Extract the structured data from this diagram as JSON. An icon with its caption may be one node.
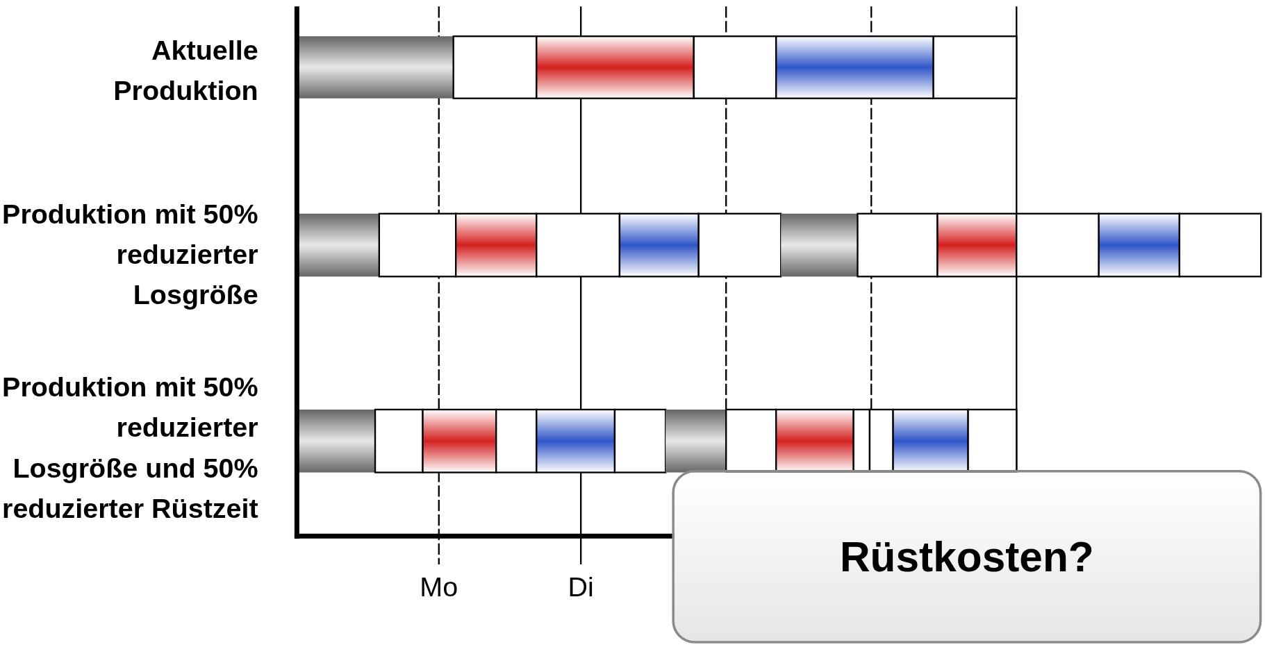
{
  "diagram": {
    "nodes": [
      {
        "text": [
          "Rüstkosten?"
        ]
      }
    ],
    "labels": [
      "Aktuelle Produktion",
      "Produktion mit 50% reduzierter Losgröße",
      "Produktion mit 50% reduzierter Losgröße und 50% reduzierter Rüstzeit",
      "Mo",
      "Di"
    ]
  }
}
